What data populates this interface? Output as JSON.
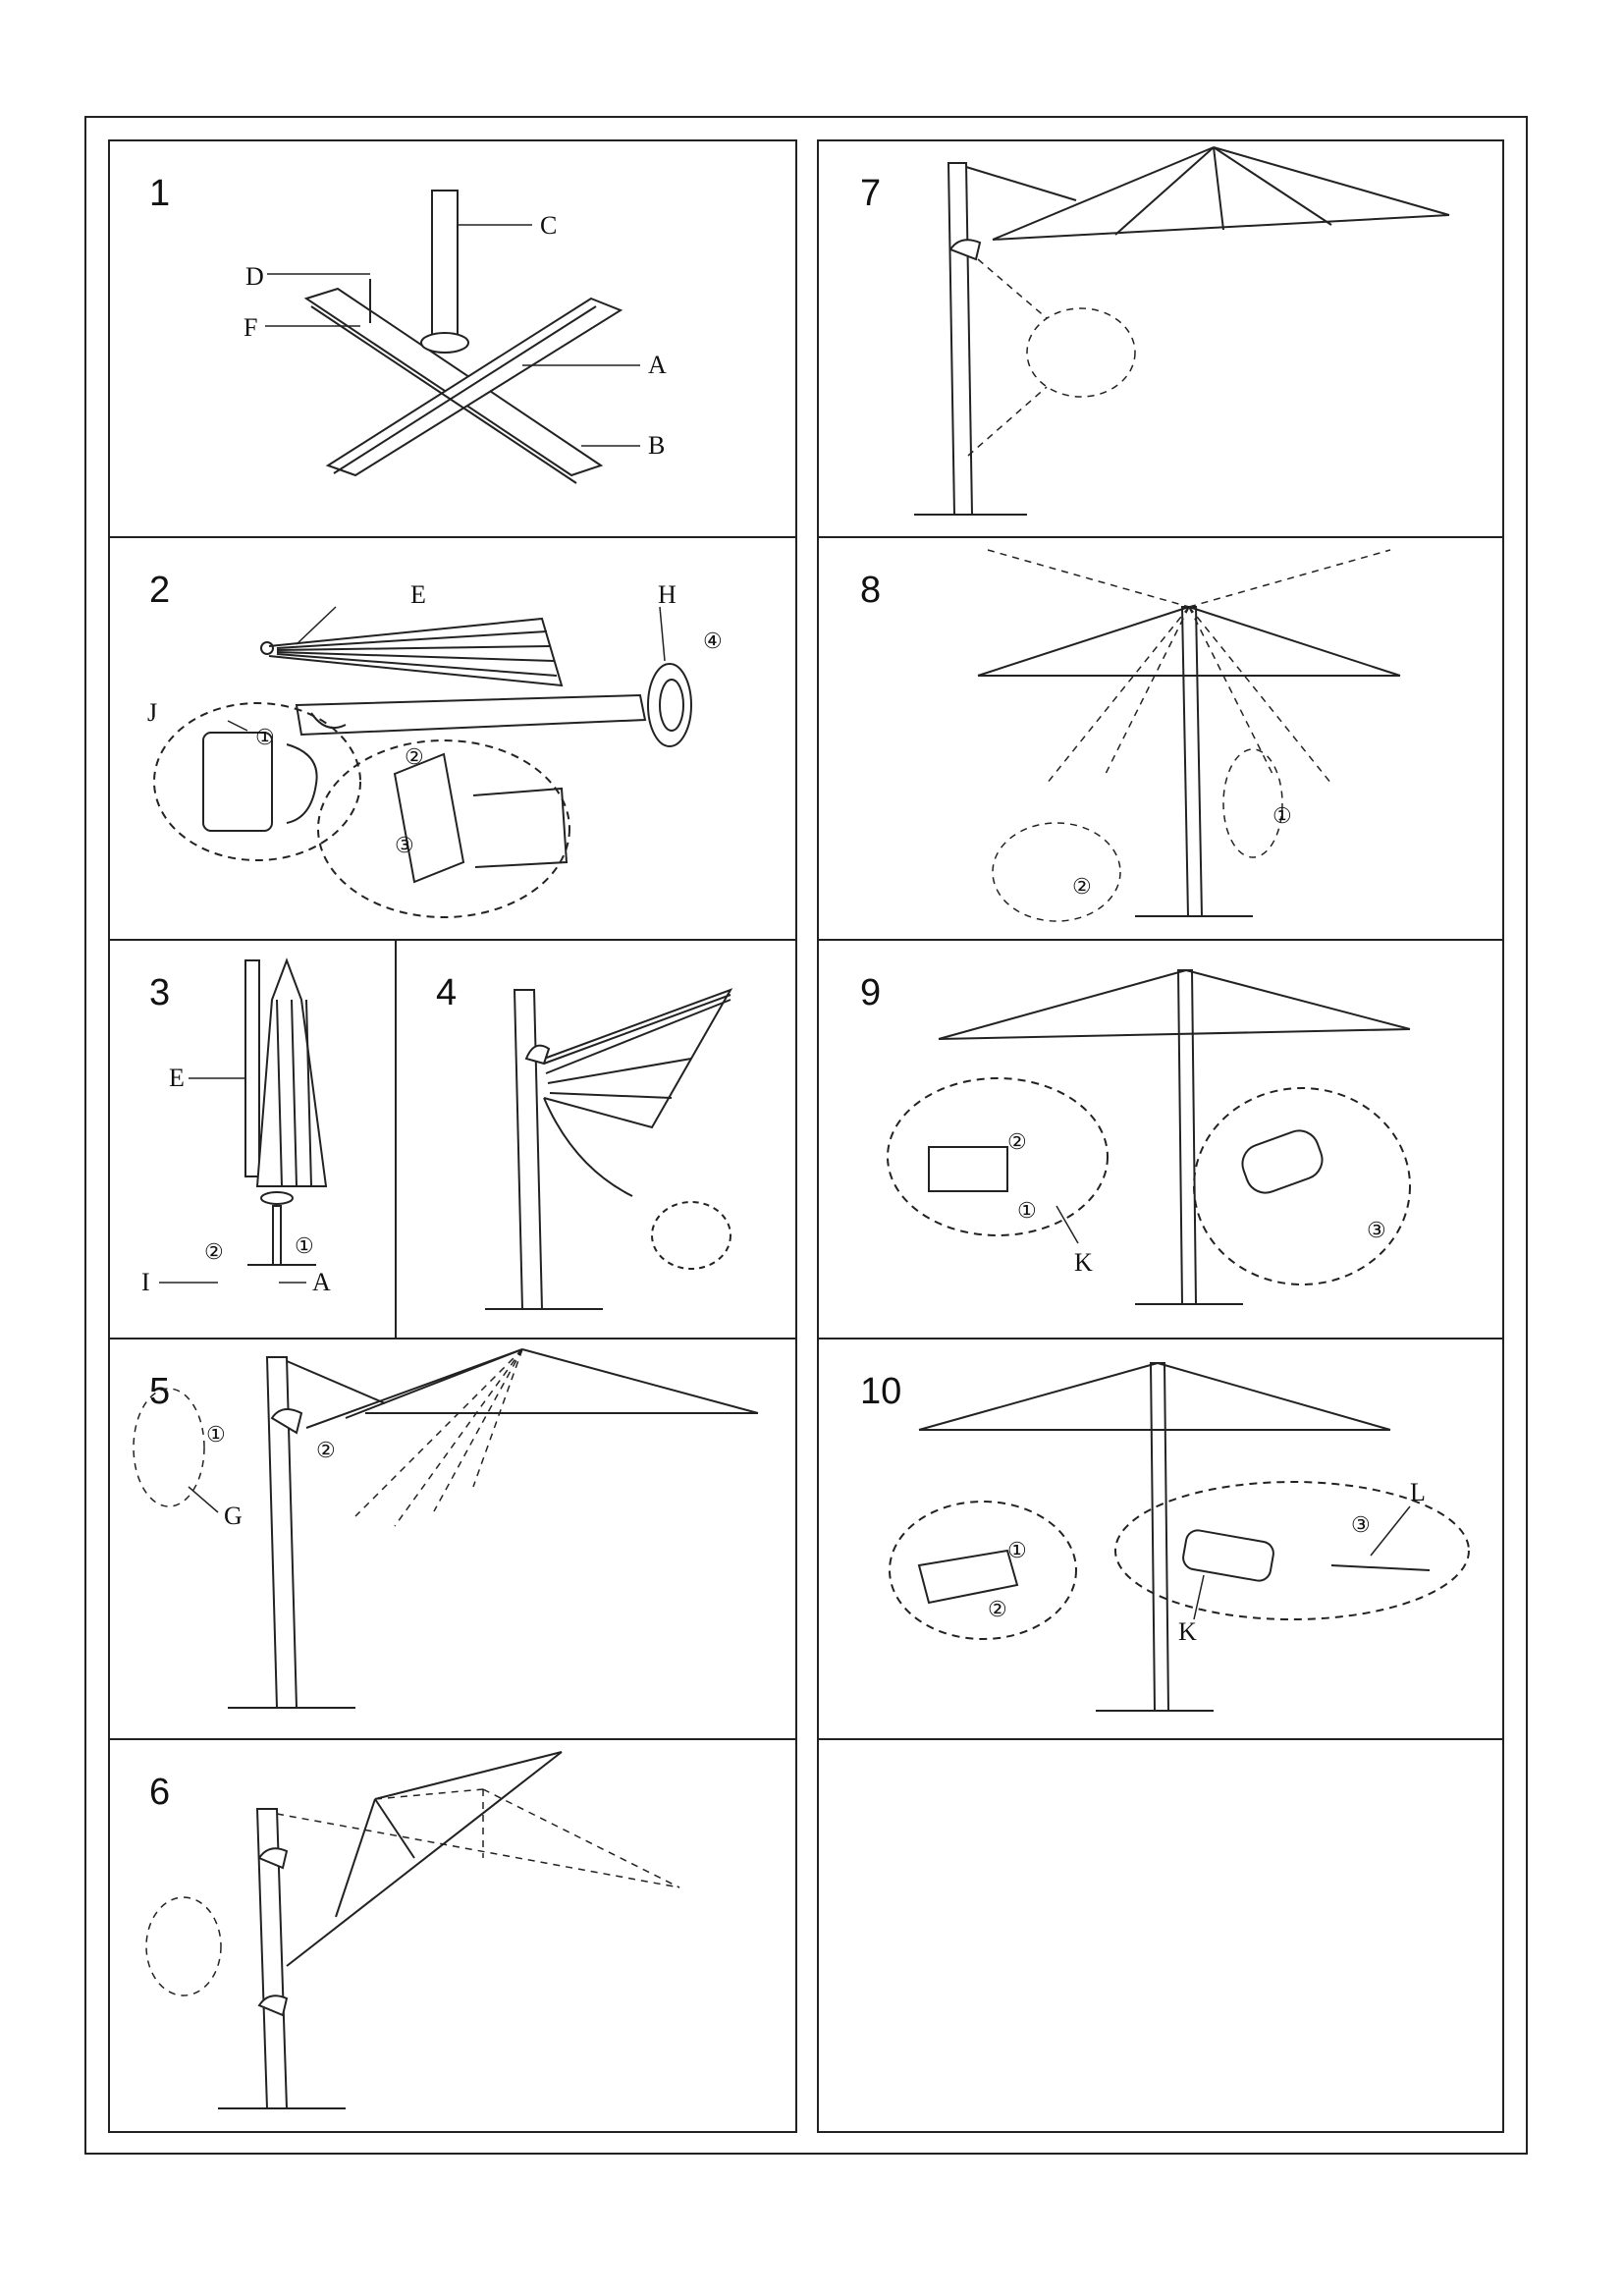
{
  "steps": [
    {
      "number": "1",
      "labels": [
        "C",
        "D",
        "F",
        "A",
        "B"
      ]
    },
    {
      "number": "2",
      "labels": [
        "E",
        "H",
        "J"
      ],
      "markers": [
        "①",
        "②",
        "③",
        "④"
      ]
    },
    {
      "number": "3",
      "labels": [
        "E",
        "I",
        "A"
      ],
      "markers": [
        "②",
        "①"
      ]
    },
    {
      "number": "4",
      "labels": []
    },
    {
      "number": "5",
      "labels": [
        "G"
      ],
      "markers": [
        "①",
        "②"
      ]
    },
    {
      "number": "6",
      "labels": []
    },
    {
      "number": "7",
      "labels": []
    },
    {
      "number": "8",
      "labels": [],
      "markers": [
        "①",
        "②"
      ]
    },
    {
      "number": "9",
      "labels": [
        "K"
      ],
      "markers": [
        "②",
        "①",
        "③"
      ]
    },
    {
      "number": "10",
      "labels": [
        "L",
        "K"
      ],
      "markers": [
        "①",
        "②",
        "③"
      ]
    }
  ],
  "colors": {
    "line": "#222222",
    "paper": "#ffffff"
  }
}
